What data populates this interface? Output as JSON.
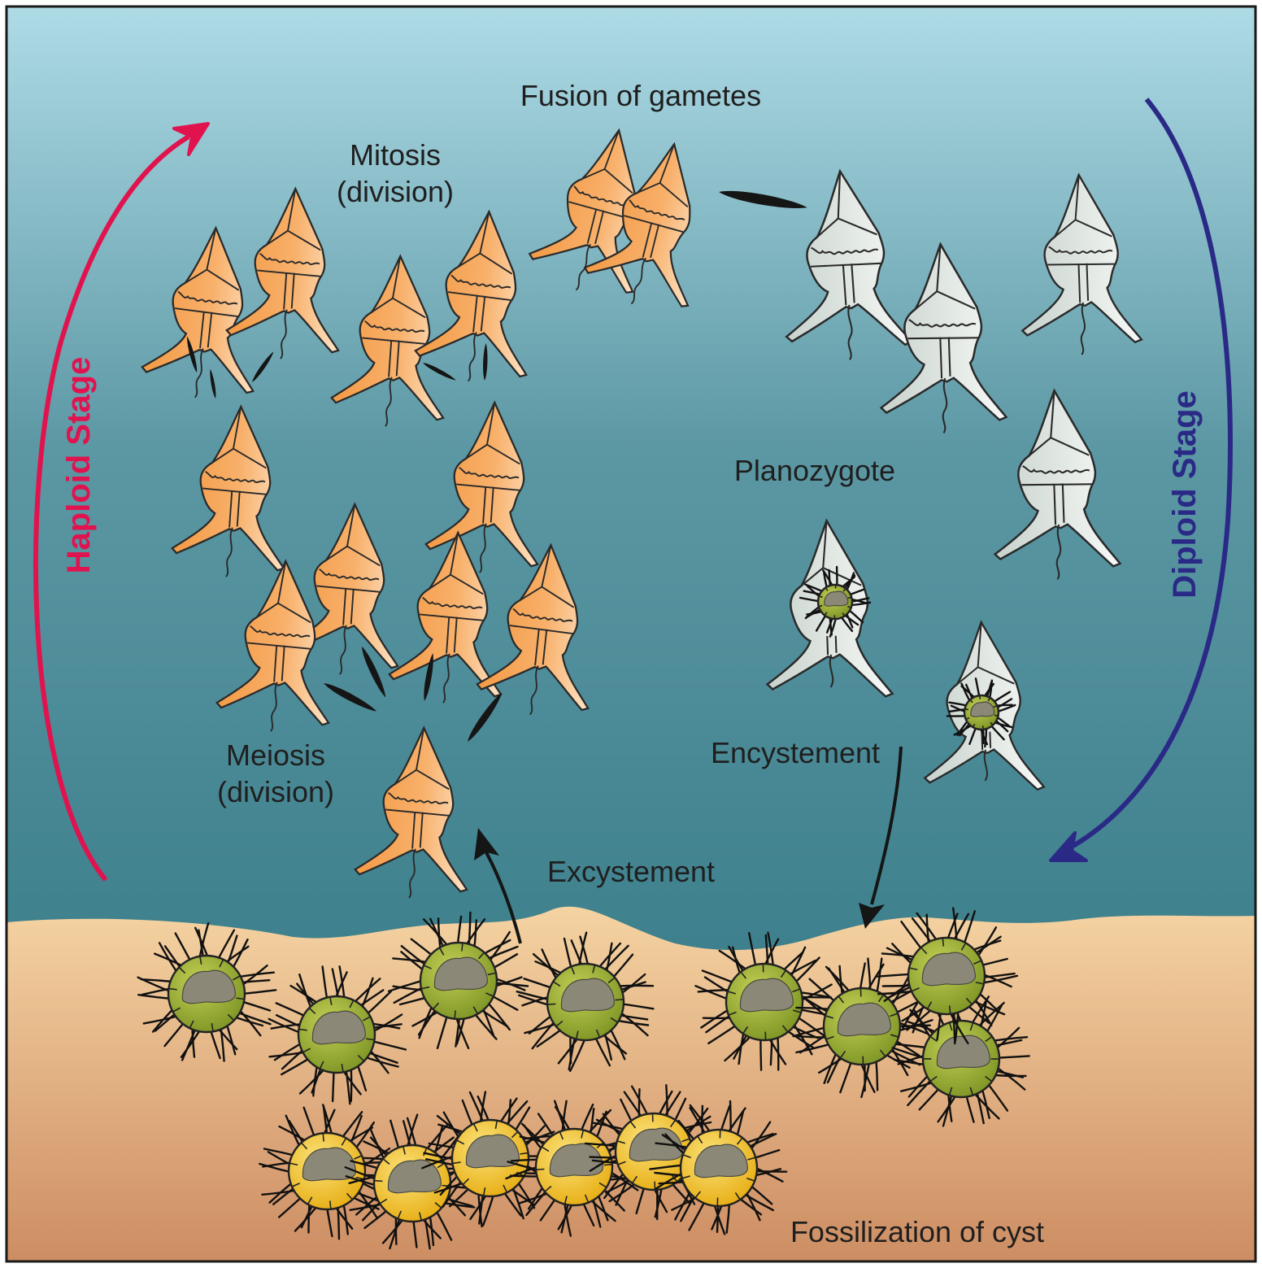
{
  "labels": {
    "fusion": "Fusion of gametes",
    "mitosis_1": "Mitosis",
    "mitosis_2": "(division)",
    "planozygote": "Planozygote",
    "encystement": "Encystement",
    "meiosis_1": "Meiosis",
    "meiosis_2": "(division)",
    "excystement": "Excystement",
    "fossilization": "Fossilization of cyst",
    "haploid": "Haploid Stage",
    "diploid": "Diploid Stage"
  },
  "colors": {
    "haploid_arrow": "#e0134f",
    "diploid_arrow": "#2a2a86",
    "haploid_cell": "#f7a75c",
    "diploid_cell": "#dfe6e1",
    "water_top": "#aedbe6",
    "water_bottom": "#2b717e",
    "sediment_top": "#f3cf9c",
    "sediment_bottom": "#cf9066",
    "cyst_green": "#9aad2f",
    "cyst_yellow": "#f2c022",
    "cyst_core": "#8c8878"
  }
}
